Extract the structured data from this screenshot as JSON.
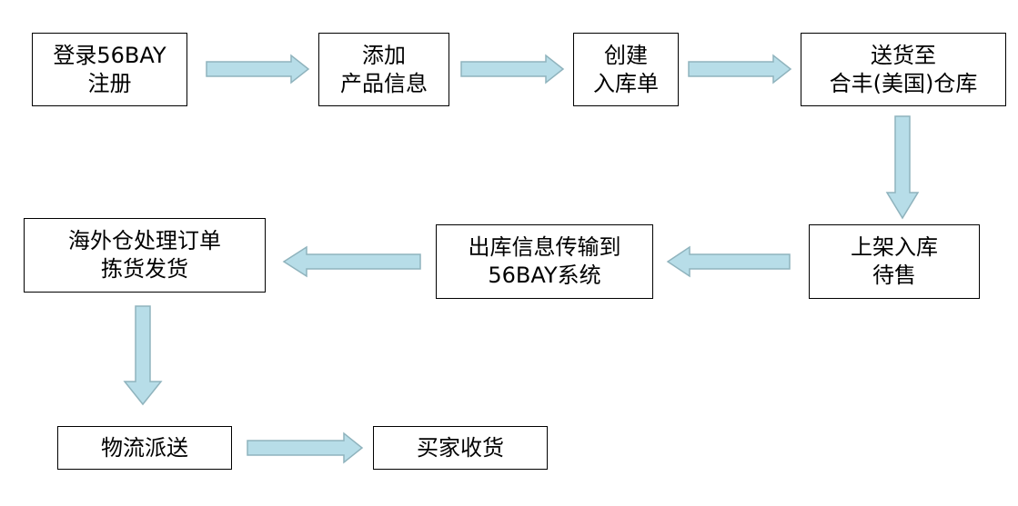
{
  "steps": {
    "register": {
      "line1": "登录56BAY",
      "line2": "注册"
    },
    "add_product": {
      "line1": "添加",
      "line2": "产品信息"
    },
    "create_inbound": {
      "line1": "创建",
      "line2": "入库单"
    },
    "ship_to_warehouse": {
      "line1": "送货至",
      "line2": "合丰(美国)仓库"
    },
    "shelve": {
      "line1": "上架入库",
      "line2": "待售"
    },
    "sync_outbound": {
      "line1": "出库信息传输到",
      "line2": "56BAY系统"
    },
    "process_orders": {
      "line1": "海外仓处理订单",
      "line2": "拣货发货"
    },
    "delivery": {
      "line1": "物流派送"
    },
    "received": {
      "line1": "买家收货"
    }
  },
  "colors": {
    "arrow_fill": "#b7dde8",
    "arrow_stroke": "#8fb3bd",
    "box_border": "#000000"
  }
}
